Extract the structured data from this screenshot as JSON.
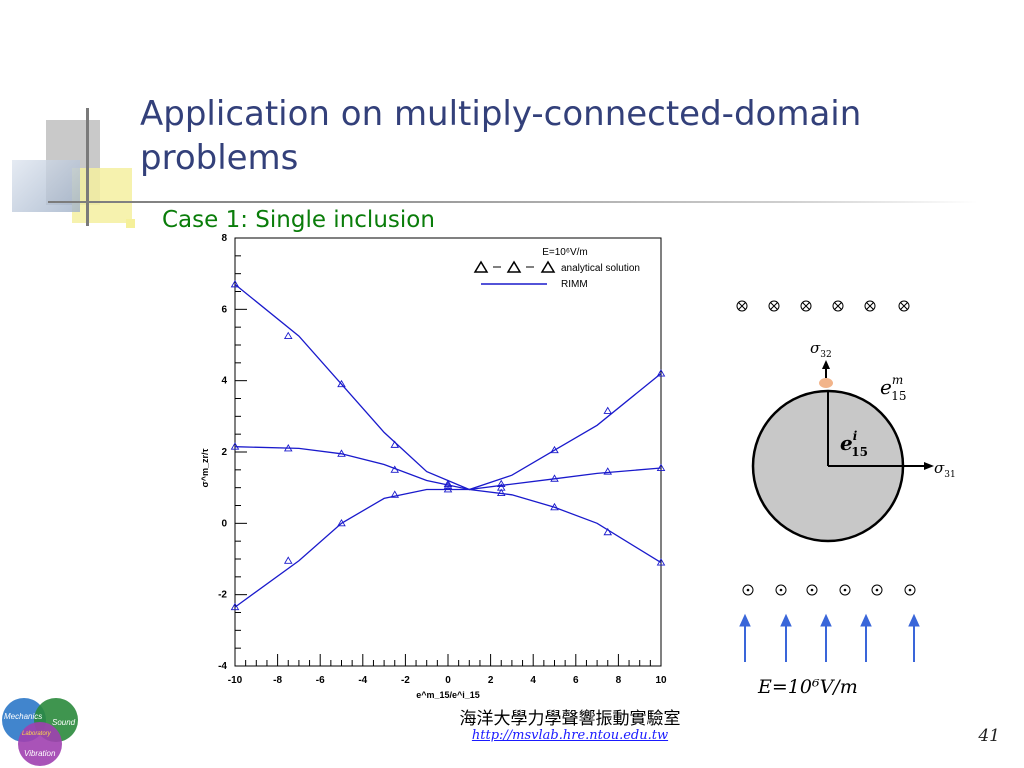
{
  "slide": {
    "title": "Application on multiply-connected-domain problems",
    "bullet": "Case 1: Single inclusion",
    "footer_cn": "海洋大學力學聲響振動實驗室",
    "footer_url": "http://msvlab.hre.ntou.edu.tw",
    "page_number": "41",
    "logo": {
      "w1": "Mechanics",
      "w2": "Sound",
      "w3": "Laboratory",
      "w4": "Vibration"
    }
  },
  "chart_data": {
    "type": "line",
    "xlabel": "e^m_15/e^i_15",
    "ylabel": "σ^m_zr/τ",
    "xlim": [
      -10,
      10
    ],
    "ylim": [
      -4,
      8
    ],
    "xticks": [
      "-10",
      "-8",
      "-6",
      "-4",
      "-2",
      "0",
      "2",
      "4",
      "6",
      "8",
      "10"
    ],
    "yticks": [
      "-4",
      "-2",
      "0",
      "2",
      "4",
      "6",
      "8"
    ],
    "legend": {
      "title": "E=10⁶V/m",
      "analytical": "analytical solution",
      "rimm": "RIMM",
      "placement": "top-right"
    },
    "series": [
      {
        "name": "analytical solution",
        "marker": "triangle",
        "x": [
          -10,
          -7.5,
          -5,
          -2.5,
          0,
          2.5,
          5,
          7.5,
          10
        ],
        "y": [
          6.7,
          5.25,
          3.9,
          2.2,
          1.1,
          1.1,
          2.05,
          3.15,
          4.2
        ]
      },
      {
        "name": "analytical solution",
        "marker": "triangle",
        "x": [
          -10,
          -7.5,
          -5,
          -2.5,
          0,
          2.5,
          5,
          7.5,
          10
        ],
        "y": [
          2.15,
          2.1,
          1.95,
          1.5,
          1.05,
          1.0,
          1.25,
          1.45,
          1.55
        ]
      },
      {
        "name": "analytical solution",
        "marker": "triangle",
        "x": [
          -10,
          -7.5,
          -5,
          -2.5,
          0,
          2.5,
          5,
          7.5,
          10
        ],
        "y": [
          -2.35,
          -1.05,
          0.0,
          0.8,
          0.95,
          0.85,
          0.45,
          -0.25,
          -1.1
        ]
      },
      {
        "name": "RIMM",
        "marker": "line",
        "x": [
          -10,
          -7,
          -5,
          -3,
          -1,
          1,
          3,
          5,
          7,
          10
        ],
        "y": [
          6.7,
          5.25,
          3.9,
          2.55,
          1.45,
          0.95,
          1.35,
          2.05,
          2.75,
          4.2
        ]
      },
      {
        "name": "RIMM",
        "marker": "line",
        "x": [
          -10,
          -7,
          -5,
          -3,
          -1,
          1,
          3,
          5,
          7,
          10
        ],
        "y": [
          2.15,
          2.1,
          1.95,
          1.65,
          1.2,
          0.95,
          1.1,
          1.25,
          1.4,
          1.55
        ]
      },
      {
        "name": "RIMM",
        "marker": "line",
        "x": [
          -10,
          -7,
          -5,
          -3,
          -1,
          1,
          3,
          5,
          7,
          10
        ],
        "y": [
          -2.35,
          -1.05,
          0.0,
          0.7,
          0.95,
          0.95,
          0.8,
          0.45,
          0.0,
          -1.1
        ]
      }
    ]
  },
  "diagram": {
    "sigma32": "σ",
    "sigma32_sub": "32",
    "sigma31": "σ",
    "sigma31_sub": "31",
    "em_base": "e",
    "em_sup": "m",
    "em_sub": "15",
    "ei_base": "e",
    "ei_sup": "i",
    "ei_sub": "15",
    "field_label": "E=10⁶V/m",
    "inclusion_color": "#c8c8c8",
    "arrow_color": "#3a66d9"
  }
}
